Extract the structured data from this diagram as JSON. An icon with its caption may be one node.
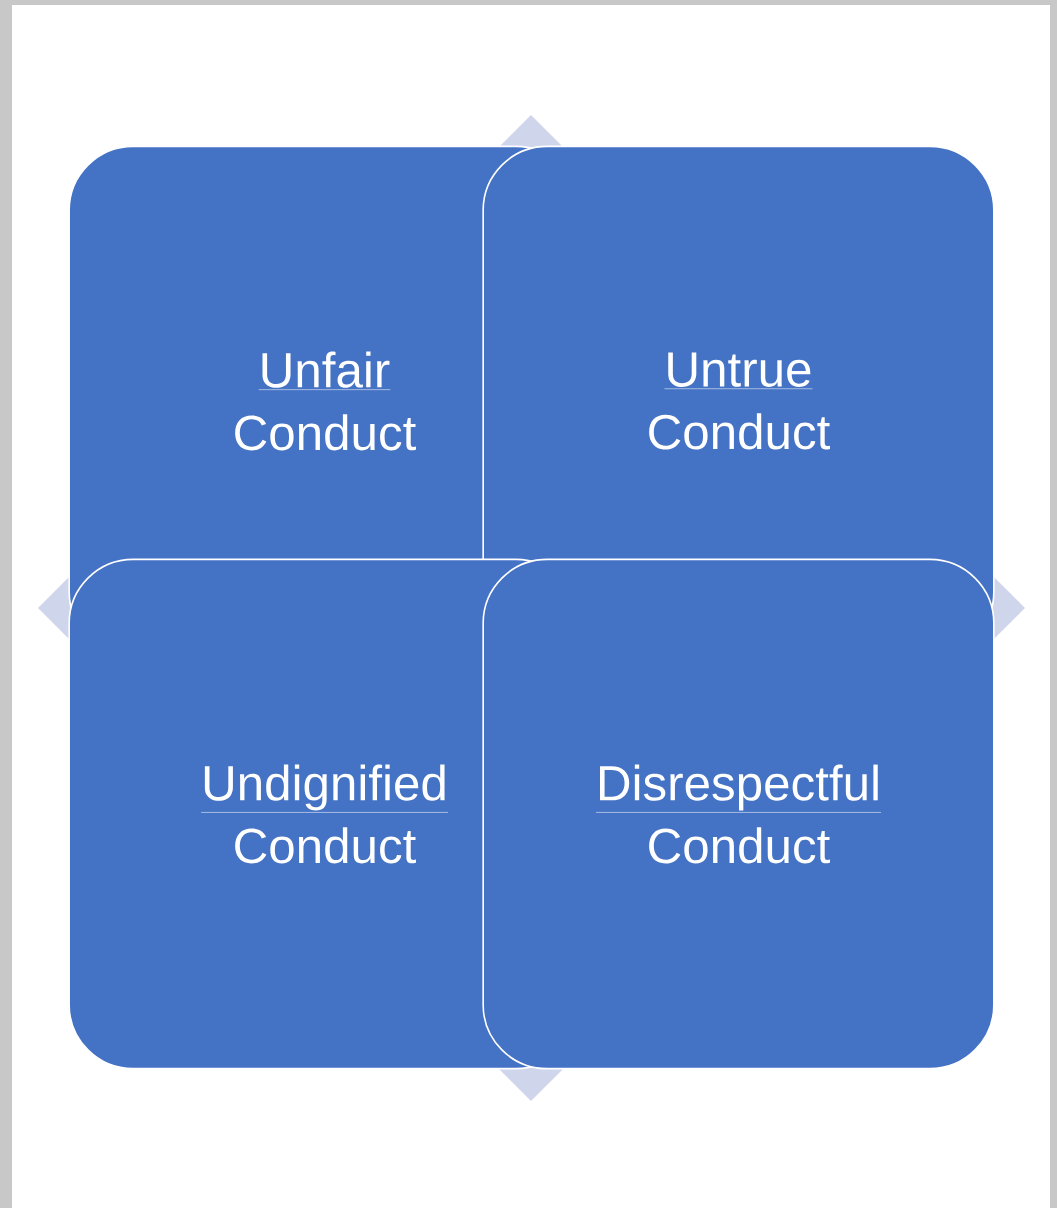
{
  "diagram": {
    "nodes": [
      {
        "text": [
          "Unfair",
          "Conduct"
        ]
      },
      {
        "text": [
          "Untrue",
          "Conduct"
        ]
      },
      {
        "text": [
          "Undignified",
          "Conduct"
        ]
      },
      {
        "text": [
          "Disrespectful",
          "Conduct"
        ]
      }
    ]
  }
}
